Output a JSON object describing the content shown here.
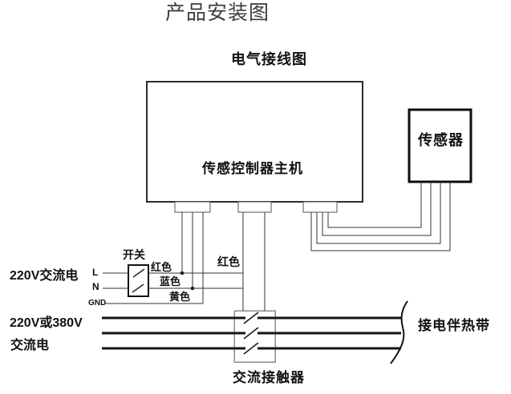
{
  "page_title": "产品安装图",
  "diagram": {
    "subtitle": "电气接线图",
    "controller_label": "传感控制器主机",
    "sensor_label": "传感器",
    "switch_label": "开关",
    "wires": {
      "red_left": "红色",
      "blue": "蓝色",
      "yellow": "黄色",
      "red_mid": "红色"
    },
    "terminals": {
      "live": "L",
      "neutral": "N",
      "ground": "GND"
    },
    "supply_single_phase": "220V交流电",
    "supply_three_phase_line1": "220V或380V",
    "supply_three_phase_line2": "交流电",
    "heat_band_label": "接电伴热带",
    "contactor_label": "交流接触器"
  },
  "colors": {
    "wire_line": "#333333",
    "power_line": "#141414",
    "title_gray": "#3d3d3d"
  }
}
